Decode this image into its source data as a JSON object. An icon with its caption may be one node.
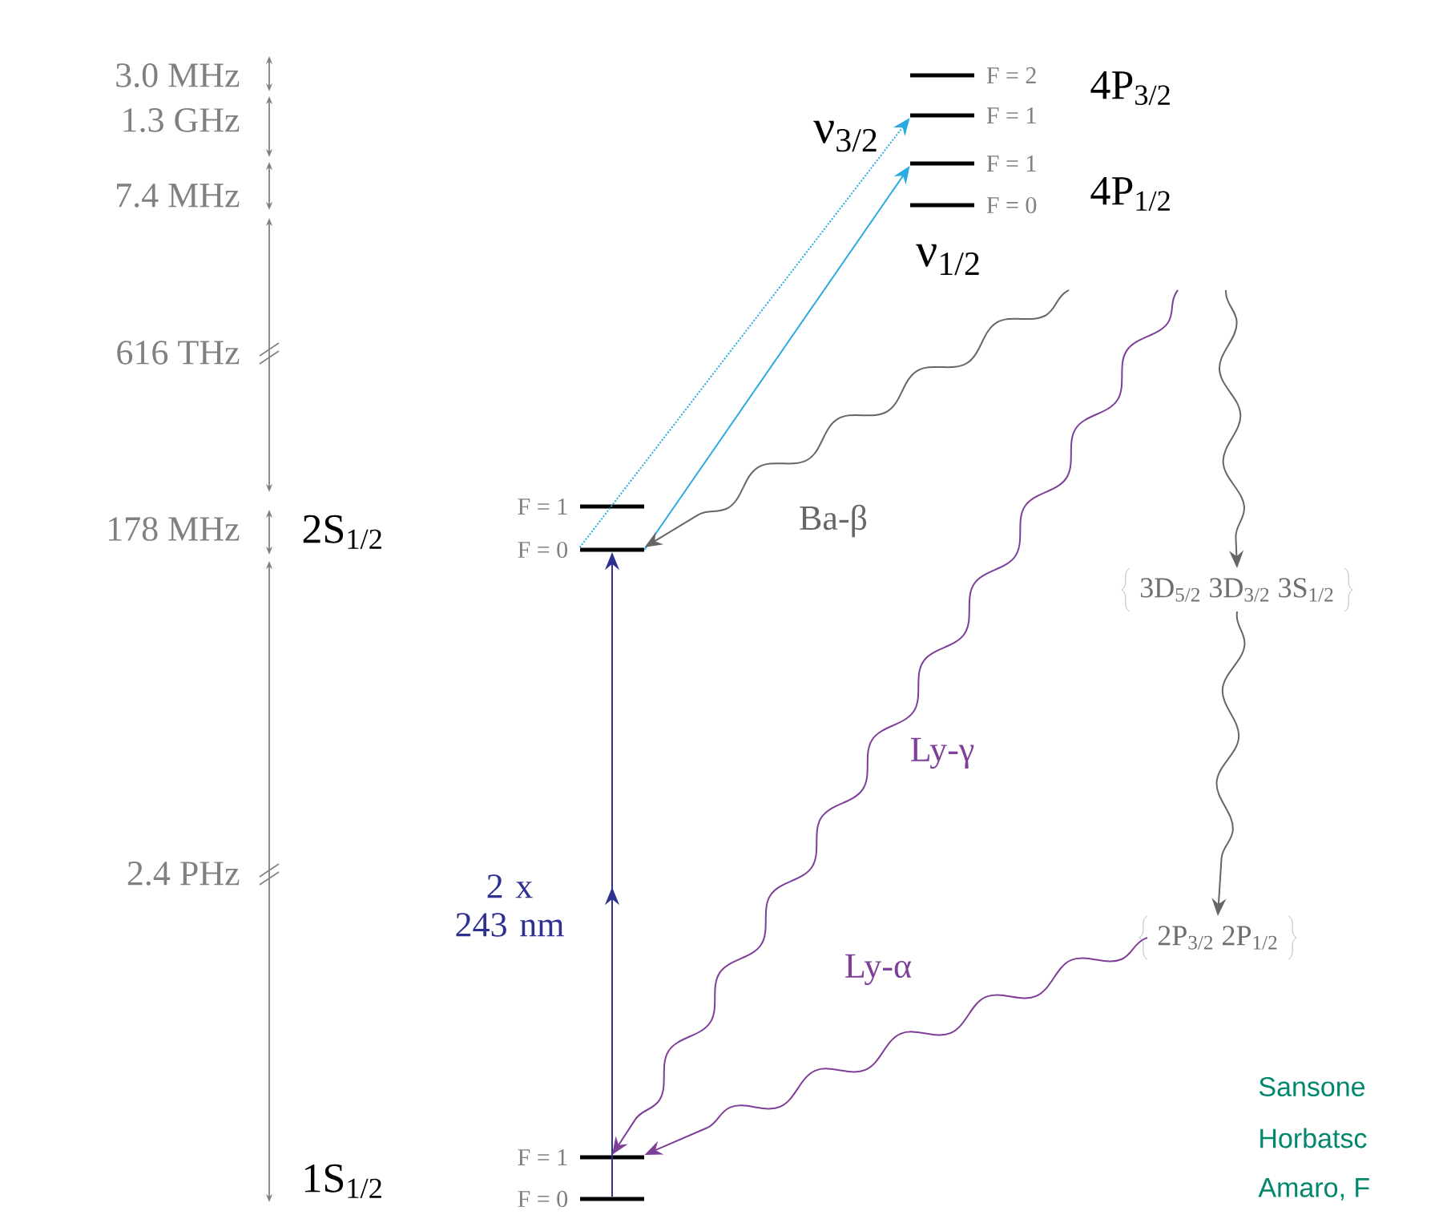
{
  "diagram": {
    "nodes": [
      {
        "text": [],
        "shape": "bar",
        "beside": [
          "F = 2"
        ]
      },
      {
        "text": [],
        "shape": "bar",
        "beside": [
          "F = 1"
        ]
      },
      {
        "text": [],
        "shape": "bar",
        "beside": [
          "F = 1"
        ]
      },
      {
        "text": [],
        "shape": "bar",
        "beside": [
          "F = 0"
        ]
      },
      {
        "text": [],
        "shape": "bar",
        "beside": [
          "F = 1"
        ]
      },
      {
        "text": [],
        "shape": "bar",
        "beside": [
          "F = 0"
        ]
      },
      {
        "text": [],
        "shape": "bar",
        "beside": [
          "F = 1"
        ]
      },
      {
        "text": [],
        "shape": "bar",
        "beside": [
          "F = 0"
        ]
      },
      {
        "text": [
          "3D$_{5/2}$ 3D$_{3/2}$ 3S$_{1/2}$"
        ]
      },
      {
        "text": [
          "2P$_{3/2}$ 2P$_{1/2}$"
        ]
      }
    ],
    "edges": [
      {
        "from": 5,
        "to": 1,
        "arrow": "to",
        "style": "dashed",
        "color": "#29abe2",
        "label": "ν$_{3/2}$"
      },
      {
        "from": 5,
        "to": 2,
        "arrow": "to",
        "color": "#29abe2",
        "label": "ν$_{1/2}$"
      },
      {
        "from": 7,
        "to": 5,
        "arrow": "to",
        "color": "#2e3192",
        "label": "2 x 243 nm"
      },
      {
        "from": null,
        "to": 5,
        "arrow": "to",
        "color": "#666666",
        "label": "Ba-β"
      },
      {
        "from": null,
        "to": 6,
        "arrow": "to",
        "color": "#7e3f98",
        "label": "Ly-γ"
      },
      {
        "from": null,
        "to": 8,
        "arrow": "to",
        "color": "#666666"
      },
      {
        "from": 8,
        "to": 9,
        "arrow": "to",
        "color": "#666666"
      },
      {
        "from": 9,
        "to": 6,
        "arrow": "to",
        "color": "#7e3f98",
        "label": "Ly-α"
      }
    ],
    "labels": [
      "3.0 MHz",
      "1.3 GHz",
      "7.4 MHz",
      "616 THz",
      "178 MHz",
      "2.4 PHz",
      "4P$_{3/2}$",
      "4P$_{1/2}$",
      "2S$_{1/2}$",
      "1S$_{1/2}$",
      "Sansone",
      "Horbatsc",
      "Amaro, F"
    ]
  }
}
